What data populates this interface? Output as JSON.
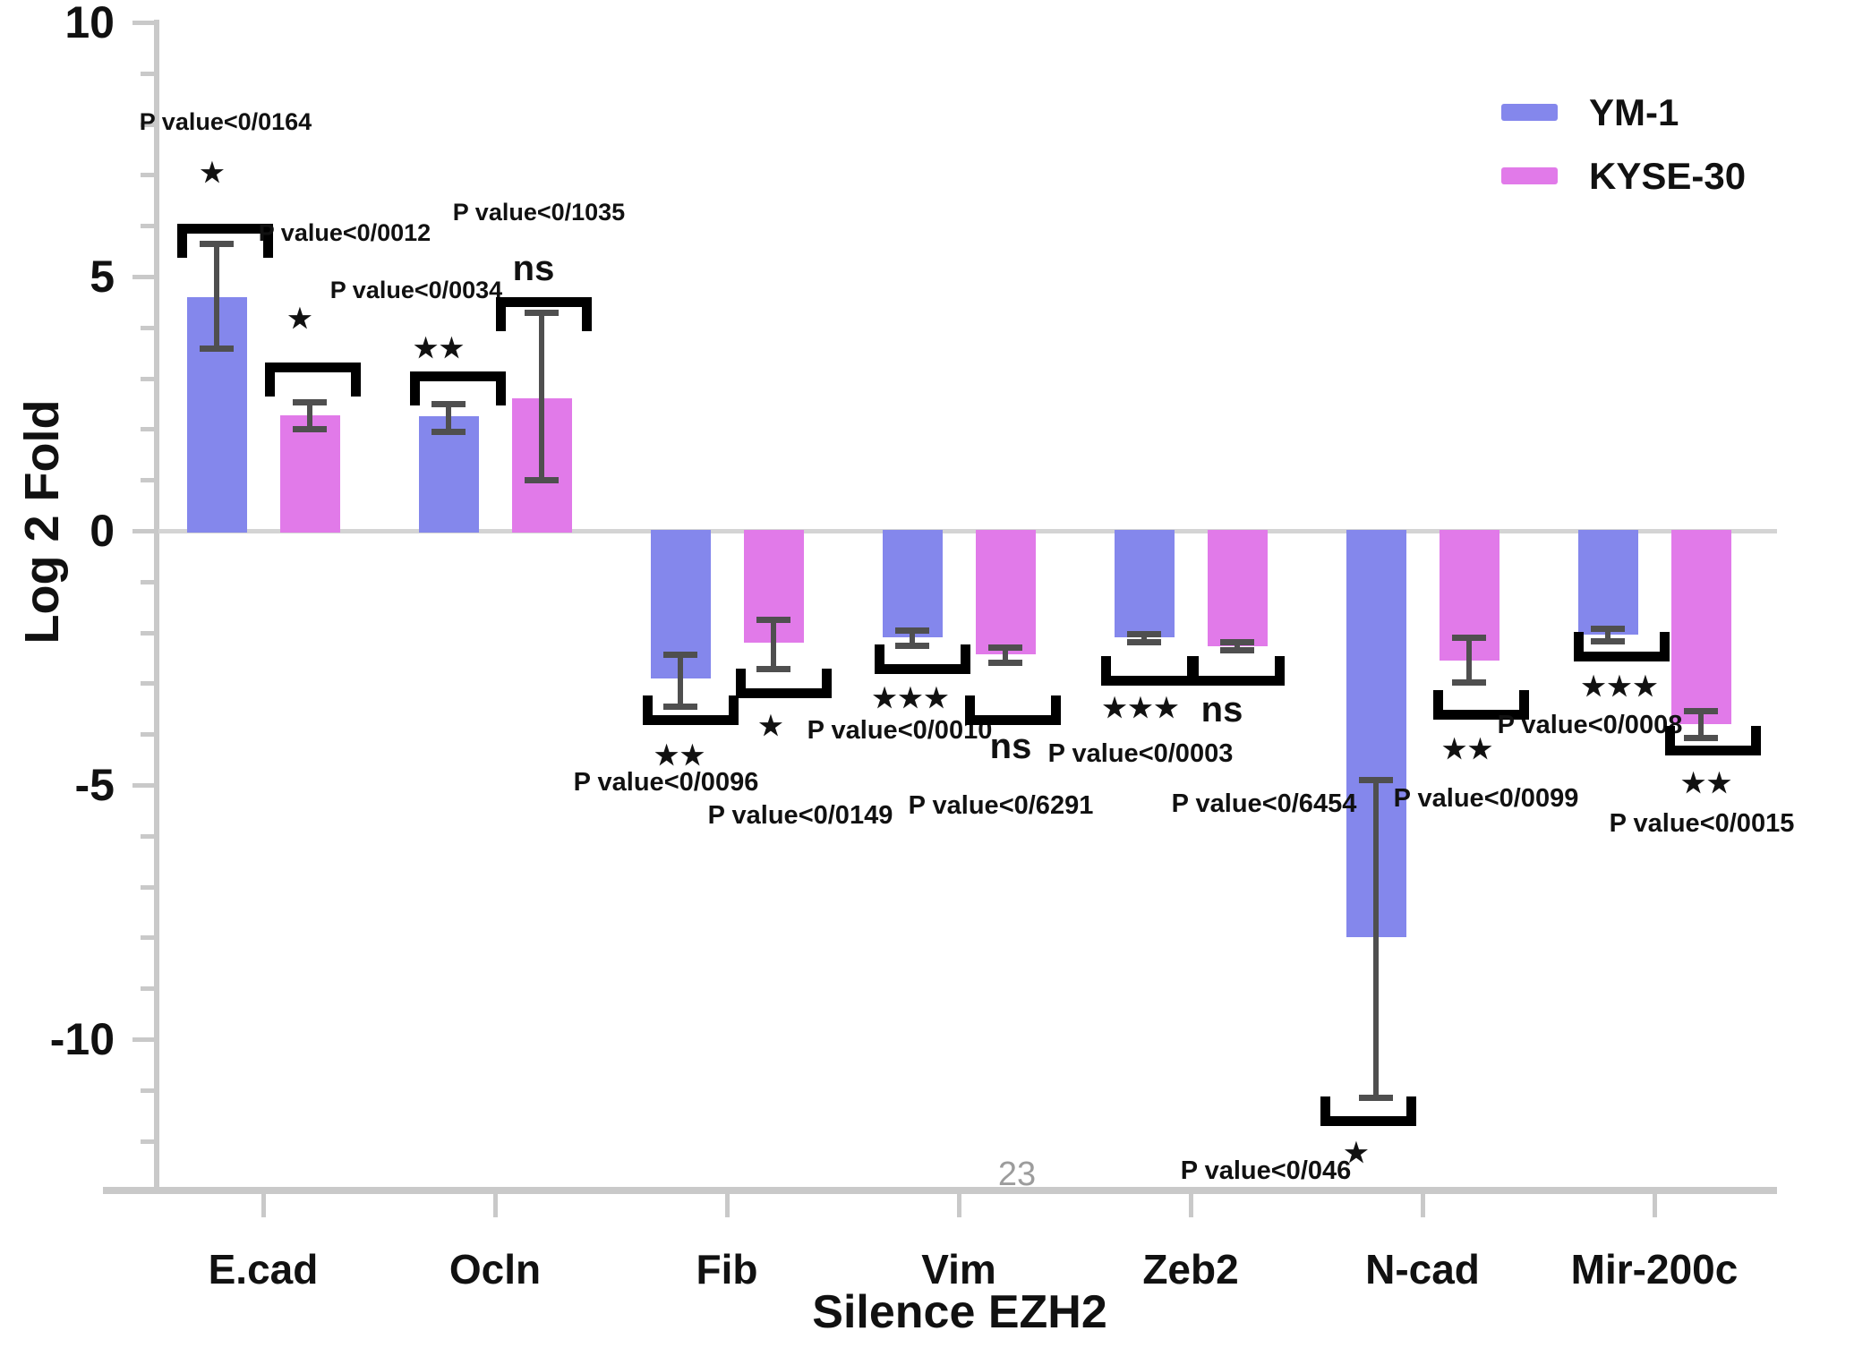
{
  "chart_data": {
    "type": "bar",
    "title": "",
    "xlabel": "Silence EZH2",
    "ylabel": "Log 2 Fold",
    "ylim": [
      -13,
      10.3
    ],
    "yticks_major": [
      10,
      5,
      0,
      -5,
      -10
    ],
    "grid": false,
    "legend_position": "top-right",
    "categories": [
      "E.cad",
      "Ocln",
      "Fib",
      "Vim",
      "Zeb2",
      "N-cad",
      "Mir-200c"
    ],
    "series": [
      {
        "name": "YM-1",
        "color": "#8487ec",
        "values": [
          4.6,
          2.25,
          -2.9,
          -2.1,
          -2.1,
          -8.0,
          -2.05
        ],
        "err_low": [
          3.6,
          1.95,
          -3.45,
          -2.25,
          -2.18,
          -11.15,
          -2.16
        ],
        "err_high": [
          5.65,
          2.5,
          -2.43,
          -1.95,
          -2.02,
          -4.9,
          -1.92
        ]
      },
      {
        "name": "KYSE-30",
        "color": "#e17ae9",
        "values": [
          2.27,
          2.6,
          -2.2,
          -2.43,
          -2.27,
          -2.55,
          -3.8
        ],
        "err_low": [
          2.0,
          1.0,
          -2.71,
          -2.58,
          -2.35,
          -2.98,
          -4.07
        ],
        "err_high": [
          2.54,
          4.3,
          -1.74,
          -2.28,
          -2.19,
          -2.1,
          -3.54
        ]
      }
    ],
    "annotations": [
      {
        "category": "E.cad",
        "series": "YM-1",
        "significance": "*",
        "p_label": "P value<0/0164"
      },
      {
        "category": "E.cad",
        "series": "KYSE-30",
        "significance": "*",
        "p_label": "P value<0/0012"
      },
      {
        "category": "Ocln",
        "series": "YM-1",
        "significance": "**",
        "p_label": "P value<0/0034"
      },
      {
        "category": "Ocln",
        "series": "KYSE-30",
        "significance": "ns",
        "p_label": "P value<0/1035"
      },
      {
        "category": "Fib",
        "series": "YM-1",
        "significance": "**",
        "p_label": "P value<0/0096"
      },
      {
        "category": "Fib",
        "series": "KYSE-30",
        "significance": "*",
        "p_label": "P value<0/0149"
      },
      {
        "category": "Vim",
        "series": "YM-1",
        "significance": "***",
        "p_label": "P value<0/0010"
      },
      {
        "category": "Vim",
        "series": "KYSE-30",
        "significance": "ns",
        "p_label": "P value<0/6291"
      },
      {
        "category": "Zeb2",
        "series": "YM-1",
        "significance": "***",
        "p_label": "P value<0/0003"
      },
      {
        "category": "Zeb2",
        "series": "KYSE-30",
        "significance": "ns",
        "p_label": "P value<0/6454"
      },
      {
        "category": "N-cad",
        "series": "YM-1",
        "significance": "*",
        "p_label": "P value<0/046"
      },
      {
        "category": "N-cad",
        "series": "KYSE-30",
        "significance": "**",
        "p_label": "P value<0/0099"
      },
      {
        "category": "Mir-200c",
        "series": "YM-1",
        "significance": "***",
        "p_label": "P value<0/0008"
      },
      {
        "category": "Mir-200c",
        "series": "KYSE-30",
        "significance": "**",
        "p_label": "P value<0/0015"
      }
    ],
    "watermark": "23",
    "colors": {
      "axis": "#c9c9c9",
      "error_bar": "#4f4f4f",
      "bracket": "#000000",
      "text": "#111111",
      "watermark": "#9c9c9c"
    }
  }
}
